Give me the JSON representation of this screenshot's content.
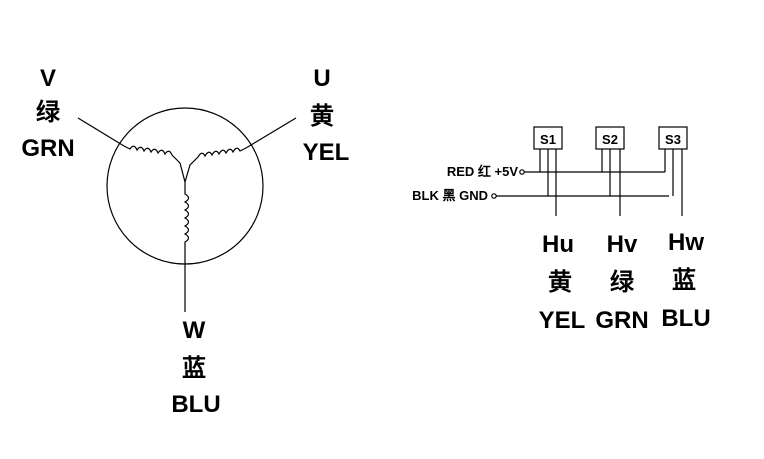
{
  "motor": {
    "v": {
      "letter": "V",
      "color_cn": "绿",
      "color_en": "GRN"
    },
    "u": {
      "letter": "U",
      "color_cn": "黄",
      "color_en": "YEL"
    },
    "w": {
      "letter": "W",
      "color_cn": "蓝",
      "color_en": "BLU"
    }
  },
  "hall": {
    "sensors": [
      "S1",
      "S2",
      "S3"
    ],
    "power": {
      "label": "RED 红 +5V"
    },
    "ground": {
      "label": "BLK 黑 GND"
    },
    "outputs": [
      {
        "name": "Hu",
        "color_cn": "黄",
        "color_en": "YEL"
      },
      {
        "name": "Hv",
        "color_cn": "绿",
        "color_en": "GRN"
      },
      {
        "name": "Hw",
        "color_cn": "蓝",
        "color_en": "BLU"
      }
    ]
  }
}
